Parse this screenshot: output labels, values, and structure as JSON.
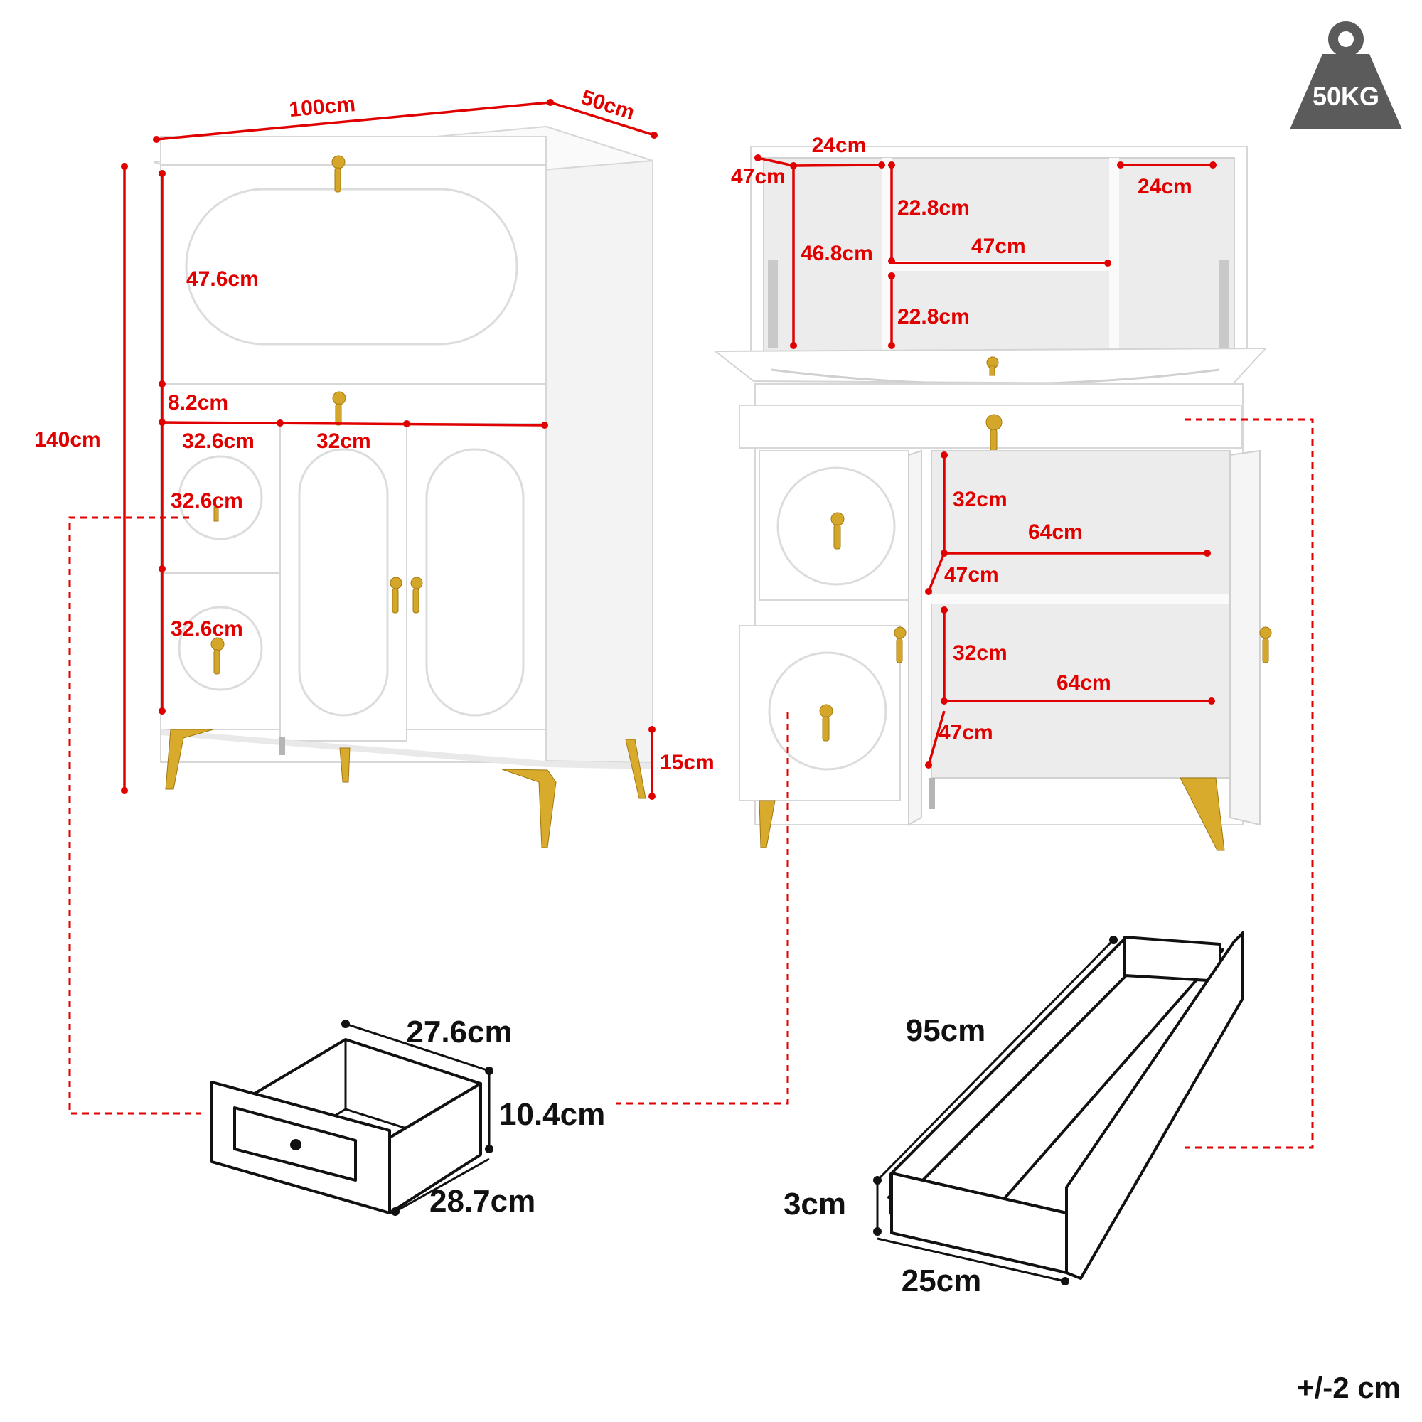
{
  "weight_badge": {
    "label": "50KG",
    "icon": "weight-icon"
  },
  "tolerance": "+/-2 cm",
  "front_view": {
    "width": "100cm",
    "depth": "50cm",
    "height": "140cm",
    "leg_height": "15cm",
    "flap_height": "47.6cm",
    "drawer_front_height": "8.2cm",
    "left_section_width": "32.6cm",
    "door_section_width": "32cm",
    "small_drawer_height_1": "32.6cm",
    "small_drawer_height_2": "32.6cm"
  },
  "open_view": {
    "left_compartment_width": "24cm",
    "left_compartment_depth": "47cm",
    "left_compartment_height": "46.8cm",
    "middle_upper_height": "22.8cm",
    "middle_width": "47cm",
    "middle_lower_height": "22.8cm",
    "right_compartment_width": "24cm",
    "upper_cabinet_height": "32cm",
    "upper_cabinet_width": "64cm",
    "upper_cabinet_depth": "47cm",
    "lower_cabinet_height": "32cm",
    "lower_cabinet_width": "64cm",
    "lower_cabinet_depth": "47cm"
  },
  "small_drawer": {
    "width": "27.6cm",
    "height": "10.4cm",
    "depth": "28.7cm"
  },
  "long_drawer": {
    "length": "95cm",
    "height": "3cm",
    "depth": "25cm"
  },
  "colors": {
    "dimension": "#e00000",
    "gold": "#d4a62a",
    "badge": "#5b5b5b"
  }
}
